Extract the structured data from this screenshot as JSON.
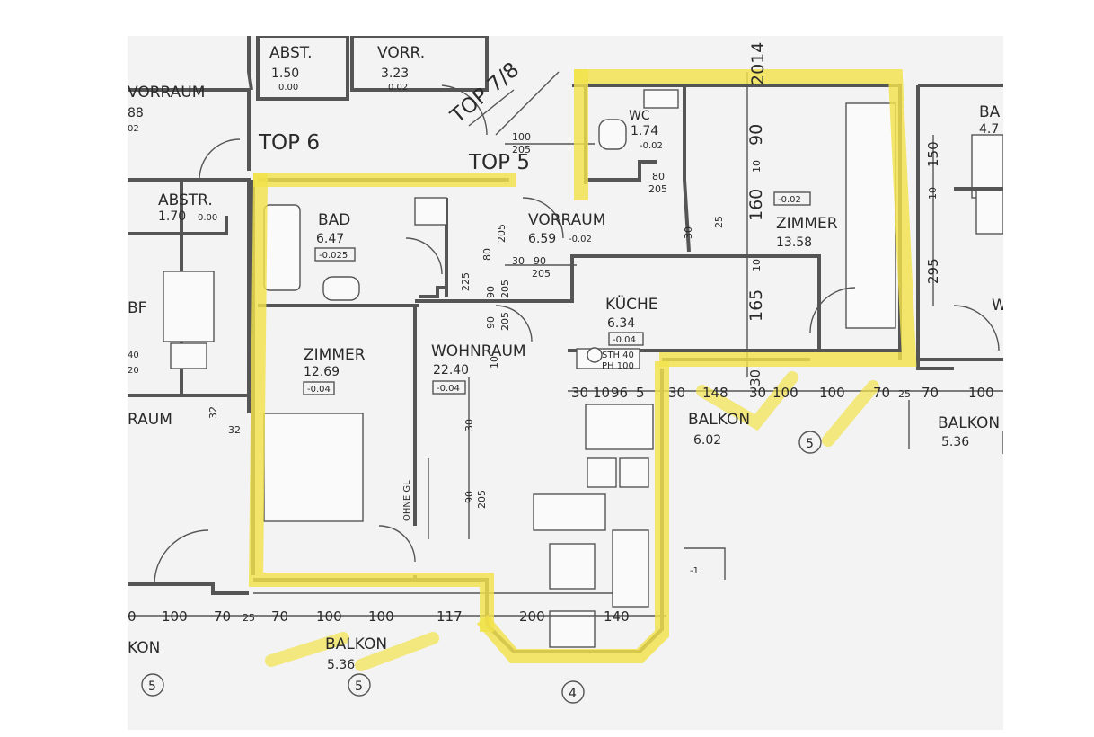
{
  "plan": {
    "neighbors": {
      "abst_top": "ABST.",
      "abst_top_area": "1.50",
      "abst_top_lvl": "0.00",
      "vorr_top": "VORR.",
      "vorr_top_area": "3.23",
      "vorr_top_lvl": "0.02",
      "top6": "TOP 6",
      "top78": "TOP 7/8",
      "top5": "TOP 5",
      "vorraum_left": "VORRAUM",
      "vorraum_left_area": "88",
      "vorraum_left_lvl": "02",
      "abstr": "ABSTR.",
      "abstr_area": "1.70",
      "abstr_lvl": "0.00",
      "raum_left": "RAUM",
      "bf_frag": "BF",
      "ba_frag": "BA",
      "ba_frag_num": "4.7",
      "right_frag_w": "W",
      "balkon_left": "KON",
      "balkon_right": "BALKON",
      "balkon_right_area": "5.36",
      "frag_20": "20",
      "frag_num2": "2014",
      "frag_40": "40"
    },
    "rooms": {
      "wc": "WC",
      "wc_area": "1.74",
      "wc_lvl": "-0.02",
      "bad": "BAD",
      "bad_area": "6.47",
      "bad_lvl": "-0.025",
      "vorraum": "VORRAUM",
      "vorraum_area": "6.59",
      "vorraum_lvl": "-0.02",
      "zimmer_right": "ZIMMER",
      "zimmer_right_area": "13.58",
      "zimmer_right_lvl": "-0.02",
      "kueche": "KÜCHE",
      "kueche_area": "6.34",
      "kueche_lvl": "-0.04",
      "zimmer_left": "ZIMMER",
      "zimmer_left_area": "12.69",
      "zimmer_left_lvl": "-0.04",
      "wohnraum": "WOHNRAUM",
      "wohnraum_area": "22.40",
      "wohnraum_lvl": "-0.04",
      "balkon_top": "BALKON",
      "balkon_top_area": "6.02",
      "balkon_bottom": "BALKON",
      "balkon_bottom_area": "5.36",
      "kitchen_note1": "STH 40",
      "kitchen_note2": "PH 100",
      "ohne_gl": "OHNE GL"
    },
    "dims_row_top": [
      "30",
      "10",
      "96",
      "5",
      "30",
      "148",
      "30",
      "100",
      "100",
      "70",
      "25",
      "70",
      "100"
    ],
    "dims_row_bottom": [
      "0",
      "100",
      "70",
      "25",
      "70",
      "100",
      "100",
      "117",
      "200",
      "140"
    ],
    "dims_misc": {
      "d_32a": "32",
      "d_32b": "32",
      "d_90": "90",
      "d_10a": "10",
      "d_160": "160",
      "d_10b": "10",
      "d_165": "165",
      "d_30v": "30",
      "d_150": "150",
      "d_10r": "10",
      "d_295": "295",
      "d_100": "100",
      "d_205a": "205",
      "d_80": "80",
      "d_205b": "205",
      "d_25": "25",
      "d_205v": "205",
      "d_80v": "80",
      "d_225": "225",
      "d_90v": "90",
      "d_205v2": "205",
      "d_30h": "30",
      "d_90h": "90",
      "d_205h": "205",
      "d_90c": "90",
      "d_205c": "205",
      "d_10c": "10",
      "d_30c": "30",
      "d_30k": "30",
      "d_205k": "205",
      "d_90k": "90"
    },
    "markers": [
      "5",
      "5",
      "4",
      "5",
      "-1"
    ],
    "colors": {
      "highlight": "#f2e24a",
      "paper": "#f3f3f3",
      "ink": "#555555"
    }
  }
}
